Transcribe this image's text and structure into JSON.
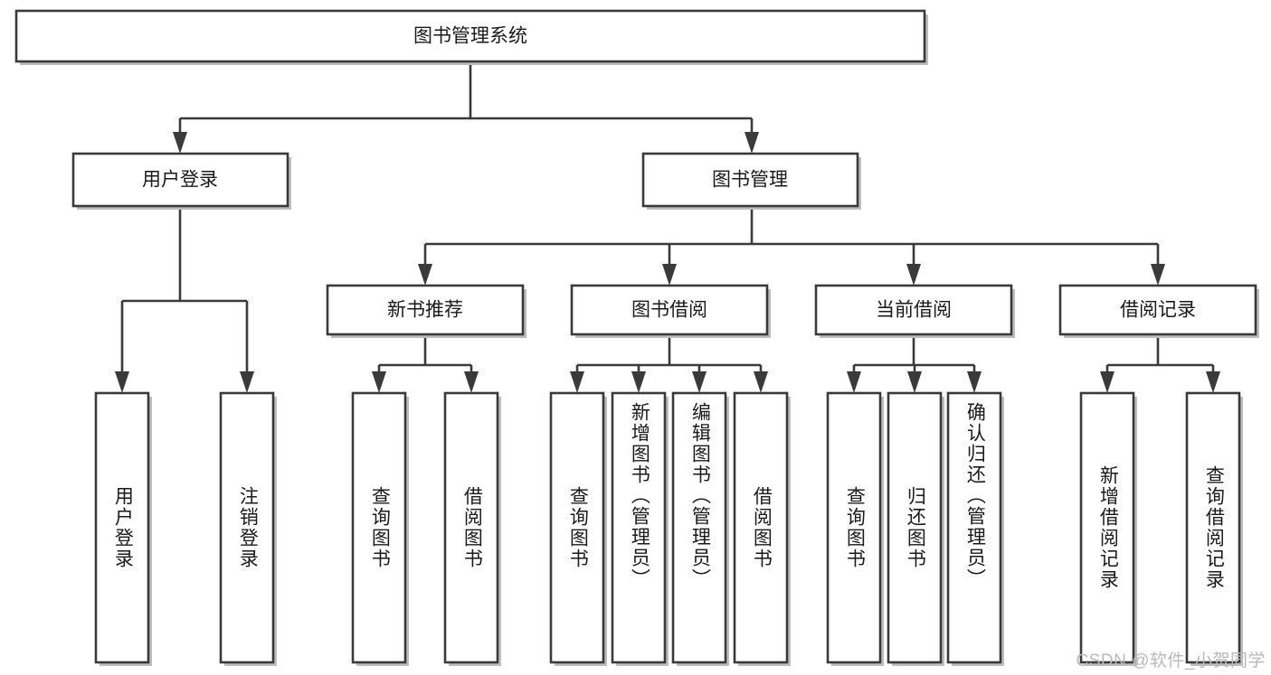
{
  "diagram": {
    "type": "tree",
    "title": "图书管理系统",
    "watermark": "CSDN @软件_小贺同学",
    "colors": {
      "stroke": "#3a3a3a",
      "fill": "#ffffff",
      "text": "#1a1a1a",
      "watermark": "#b9b9b9"
    },
    "nodes": {
      "root": {
        "label": "图书管理系统",
        "orientation": "horizontal"
      },
      "l2": [
        {
          "label": "用户登录",
          "orientation": "horizontal"
        },
        {
          "label": "图书管理",
          "orientation": "horizontal"
        }
      ],
      "l3": [
        {
          "label": "新书推荐",
          "orientation": "horizontal"
        },
        {
          "label": "图书借阅",
          "orientation": "horizontal"
        },
        {
          "label": "当前借阅",
          "orientation": "horizontal"
        },
        {
          "label": "借阅记录",
          "orientation": "horizontal"
        }
      ],
      "leaves": {
        "user_login": [
          {
            "label": "用户登录",
            "orientation": "vertical"
          },
          {
            "label": "注销登录",
            "orientation": "vertical"
          }
        ],
        "new_book": [
          {
            "label": "查询图书",
            "orientation": "vertical"
          },
          {
            "label": "借阅图书",
            "orientation": "vertical"
          }
        ],
        "book_borrow": [
          {
            "label": "查询图书",
            "orientation": "vertical"
          },
          {
            "label": "新增图书（管理员）",
            "orientation": "vertical"
          },
          {
            "label": "编辑图书（管理员）",
            "orientation": "vertical"
          },
          {
            "label": "借阅图书",
            "orientation": "vertical"
          }
        ],
        "current_borrow": [
          {
            "label": "查询图书",
            "orientation": "vertical"
          },
          {
            "label": "归还图书",
            "orientation": "vertical"
          },
          {
            "label": "确认归还（管理员）",
            "orientation": "vertical"
          }
        ],
        "borrow_record": [
          {
            "label": "新增借阅记录",
            "orientation": "vertical"
          },
          {
            "label": "查询借阅记录",
            "orientation": "vertical"
          }
        ]
      }
    }
  }
}
